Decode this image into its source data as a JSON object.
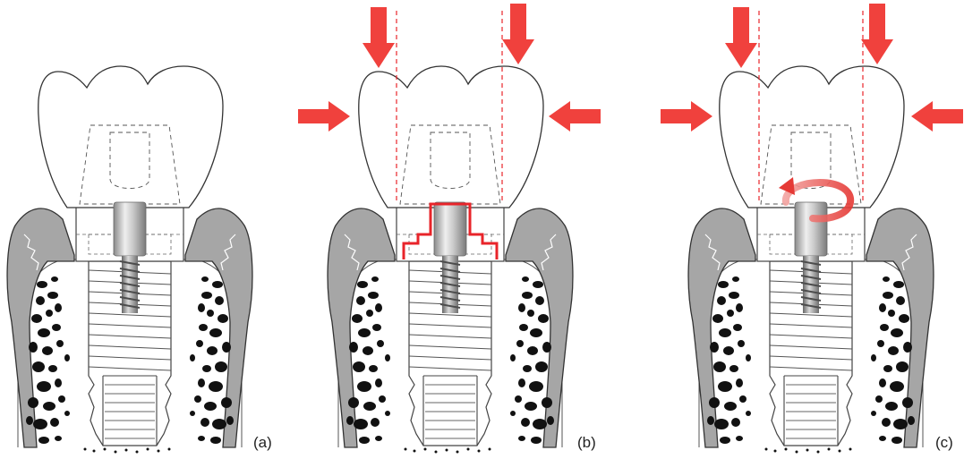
{
  "figure": {
    "panels": [
      {
        "id": "a",
        "label": "(a)",
        "vertical_loads": false,
        "lateral_loads": false,
        "highlight_interface": false,
        "rotation_arrow": false
      },
      {
        "id": "b",
        "label": "(b)",
        "vertical_loads": true,
        "lateral_loads": true,
        "highlight_interface": true,
        "rotation_arrow": false
      },
      {
        "id": "c",
        "label": "(c)",
        "vertical_loads": true,
        "lateral_loads": true,
        "highlight_interface": false,
        "rotation_arrow": true
      }
    ]
  },
  "colors": {
    "background": "#ffffff",
    "outline": "#333333",
    "gum": "#a6a6a6",
    "bone_pores": "#111111",
    "load_arrow": "#f0413d",
    "highlight_line": "#e8242a",
    "screw_light": "#e6e6e6",
    "screw_dark": "#7d7d7d"
  }
}
